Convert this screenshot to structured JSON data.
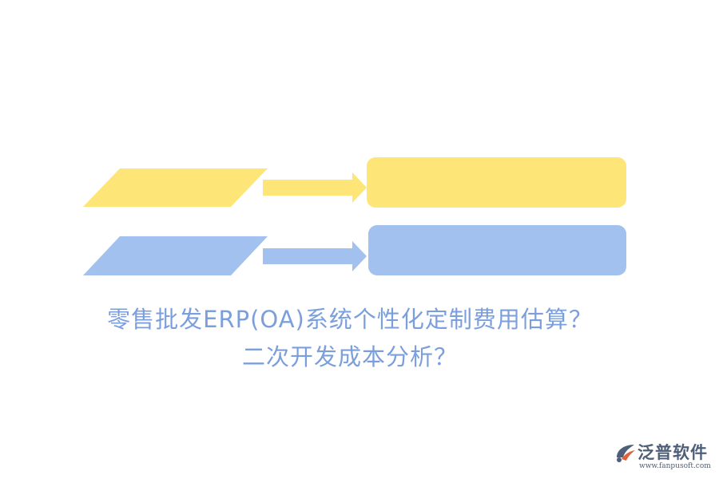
{
  "colors": {
    "yellow": "#fde577",
    "blue": "#a3c1ee",
    "title_text": "#7b9fdc",
    "logo_text": "#4f5f7a",
    "logo_accent": "#e0623a"
  },
  "diagram": {
    "rows": [
      {
        "name": "row-yellow",
        "color_key": "yellow",
        "shapes": [
          "parallelogram",
          "arrow-right",
          "rounded-rectangle"
        ]
      },
      {
        "name": "row-blue",
        "color_key": "blue",
        "shapes": [
          "parallelogram",
          "arrow-right",
          "rounded-rectangle"
        ]
      }
    ]
  },
  "title": {
    "line1": "零售批发ERP(OA)系统个性化定制费用估算？",
    "line2": "二次开发成本分析？"
  },
  "logo": {
    "icon": "fanpu-logo-icon",
    "name": "泛普软件",
    "url": "www.fanpusoft.com"
  }
}
